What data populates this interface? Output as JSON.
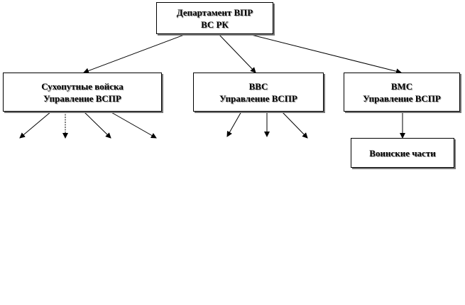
{
  "nodes": {
    "root": {
      "line1": "Департамент ВПР",
      "line2": "ВС РК"
    },
    "ground": {
      "line1": "Сухопутные войска",
      "line2": "Управление ВСПР"
    },
    "air": {
      "line1": "ВВС",
      "line2": "Управление ВСПР"
    },
    "navy": {
      "line1": "ВМС",
      "line2": "Управление ВСПР"
    },
    "units": {
      "line1": "Воинские части"
    }
  },
  "colors": {
    "line": "#000000",
    "box_border": "#000000",
    "shadow": "#777777"
  }
}
